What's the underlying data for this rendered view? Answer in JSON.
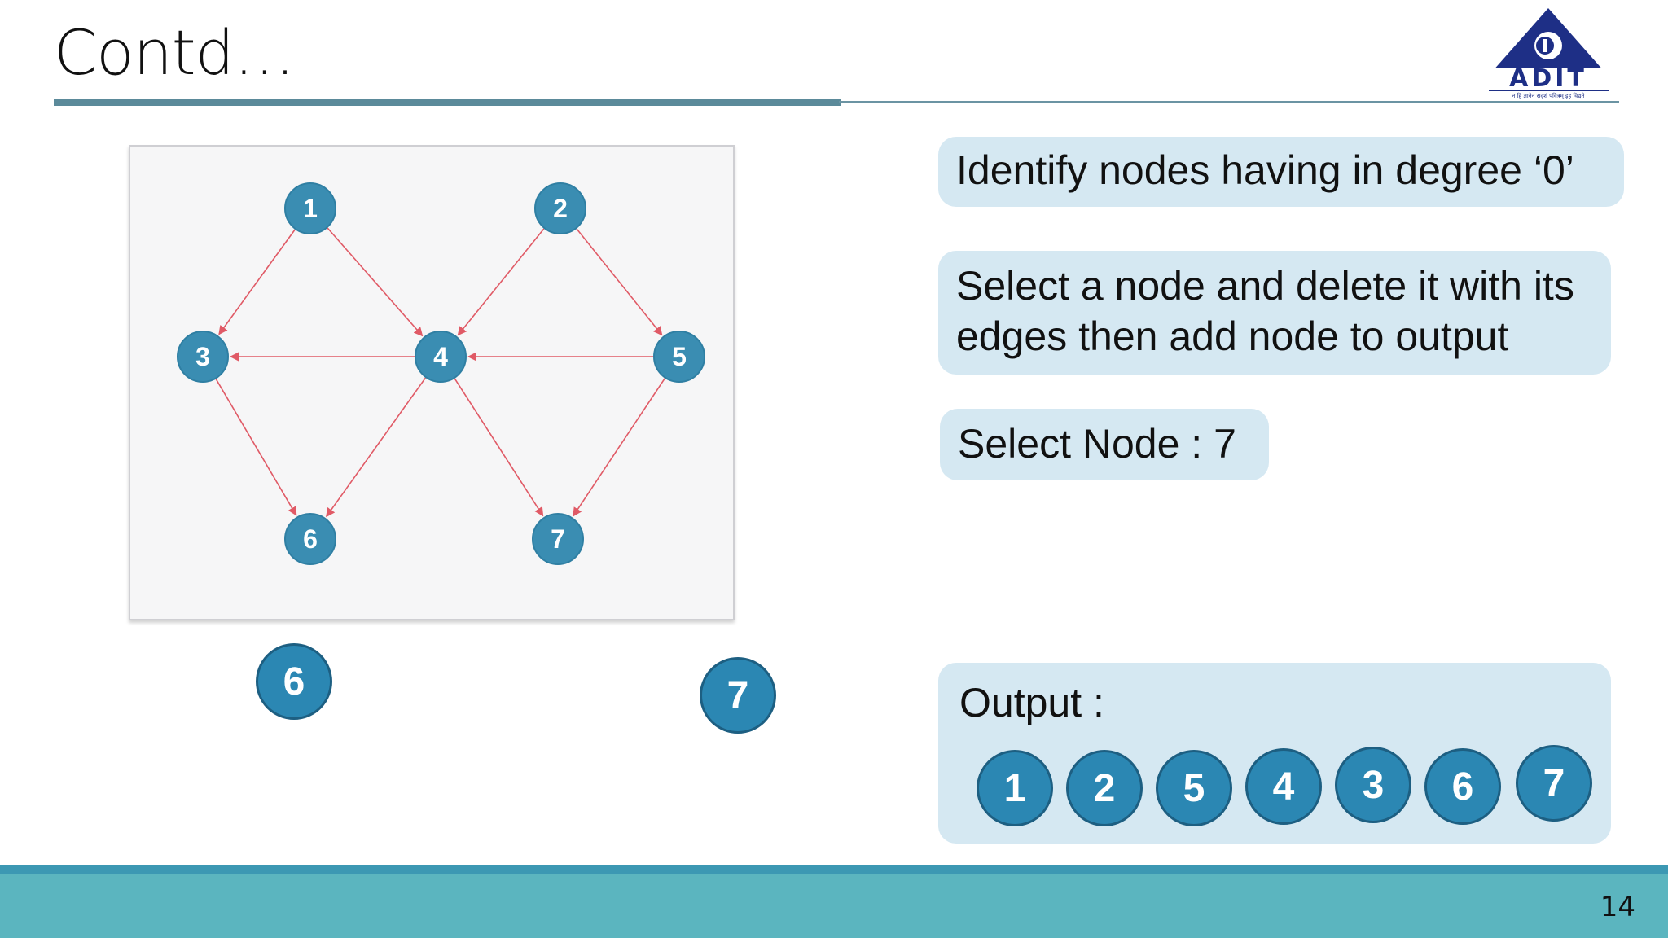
{
  "slide": {
    "title": "Contd…",
    "page_number": "14"
  },
  "logo": {
    "text": "ADIT",
    "tagline": "न हि ज्ञानेन सदृशं पवित्रम् इह विद्यते"
  },
  "graph": {
    "nodes": [
      {
        "id": "1",
        "label": "1"
      },
      {
        "id": "2",
        "label": "2"
      },
      {
        "id": "3",
        "label": "3"
      },
      {
        "id": "4",
        "label": "4"
      },
      {
        "id": "5",
        "label": "5"
      },
      {
        "id": "6",
        "label": "6"
      },
      {
        "id": "7",
        "label": "7"
      }
    ],
    "edges": [
      {
        "from": "1",
        "to": "3"
      },
      {
        "from": "1",
        "to": "4"
      },
      {
        "from": "2",
        "to": "4"
      },
      {
        "from": "2",
        "to": "5"
      },
      {
        "from": "4",
        "to": "3"
      },
      {
        "from": "5",
        "to": "4"
      },
      {
        "from": "3",
        "to": "6"
      },
      {
        "from": "4",
        "to": "6"
      },
      {
        "from": "4",
        "to": "7"
      },
      {
        "from": "5",
        "to": "7"
      }
    ],
    "node_color": "#3a8db2",
    "edge_color": "#e05a66"
  },
  "remaining_nodes": [
    "6",
    "7"
  ],
  "callouts": {
    "step1": "Identify nodes having in degree ‘0’",
    "step2": "Select a node and delete it with its edges then add node to output",
    "step3": "Select Node : 7",
    "output_label": "Output :"
  },
  "output_nodes": [
    "1",
    "2",
    "5",
    "4",
    "3",
    "6",
    "7"
  ],
  "colors": {
    "callout_bg": "#d5e8f2",
    "footer": "#5bb5bf",
    "accent": "#2b87b3"
  }
}
